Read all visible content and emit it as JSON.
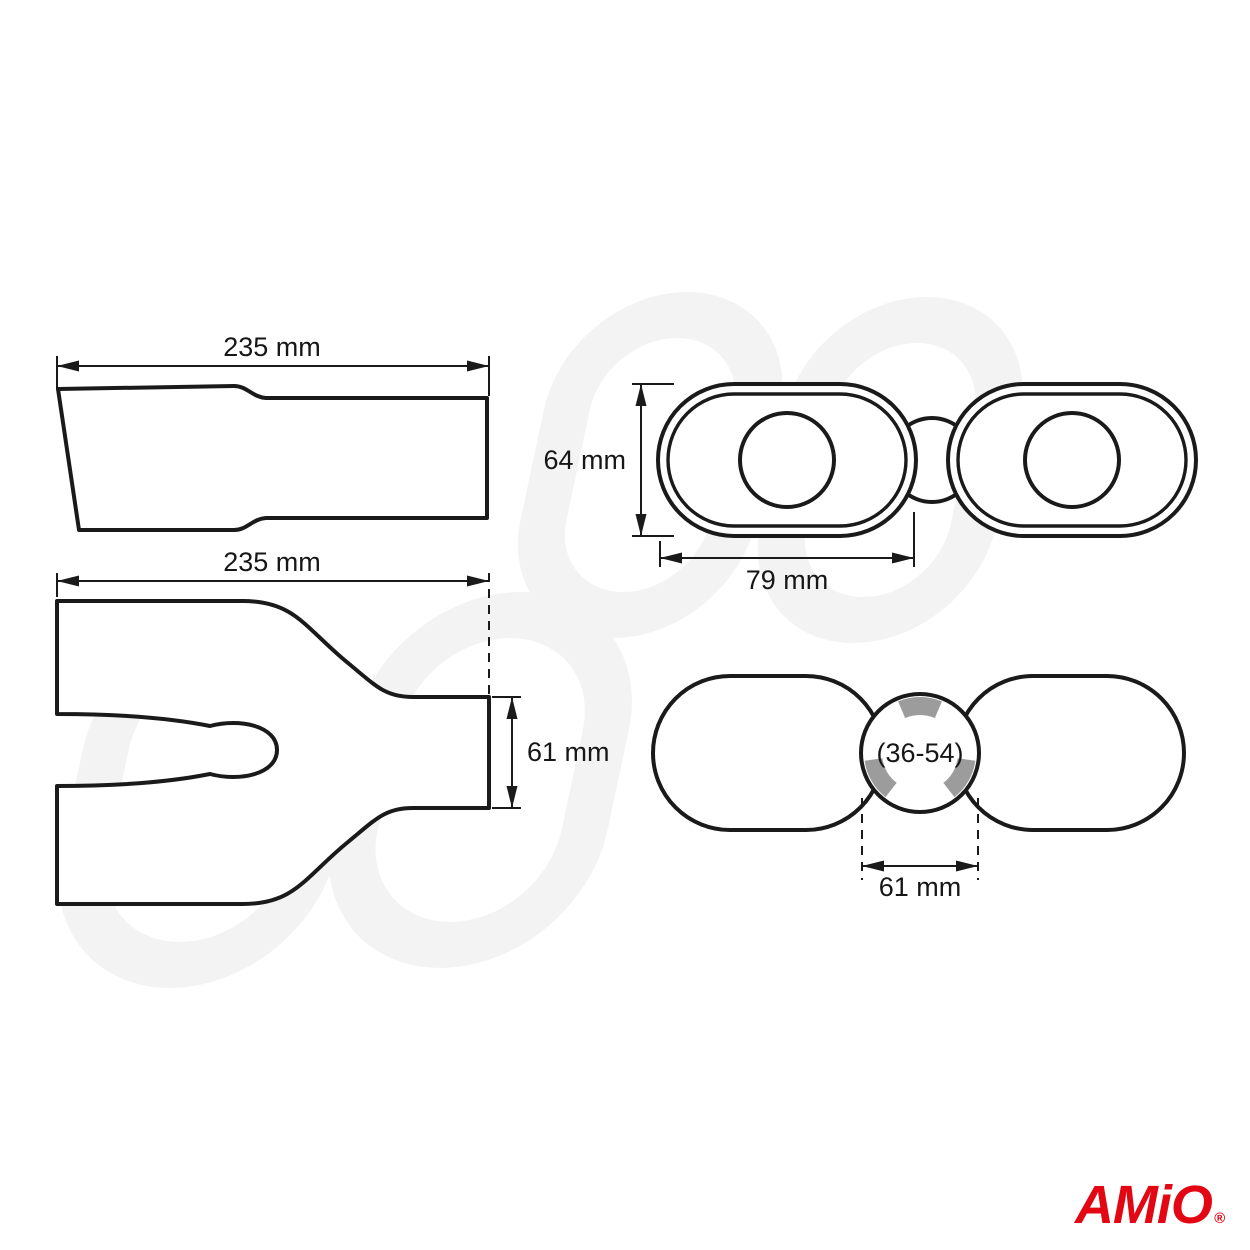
{
  "colors": {
    "line": "#1a1a1a",
    "watermark": "#f3f3f3",
    "clamp_marks": "#9c9c9c",
    "brand_red": "#e30613",
    "background": "#ffffff"
  },
  "dimensions": {
    "side_view": {
      "length": "235 mm"
    },
    "front_view": {
      "height": "64 mm",
      "width": "79 mm"
    },
    "top_view": {
      "length": "235 mm",
      "inlet": "61 mm"
    },
    "rear_view": {
      "clamp_range": "(36-54)",
      "inlet": "61 mm"
    }
  },
  "logo": {
    "text": "AMiO",
    "registered": "®"
  }
}
